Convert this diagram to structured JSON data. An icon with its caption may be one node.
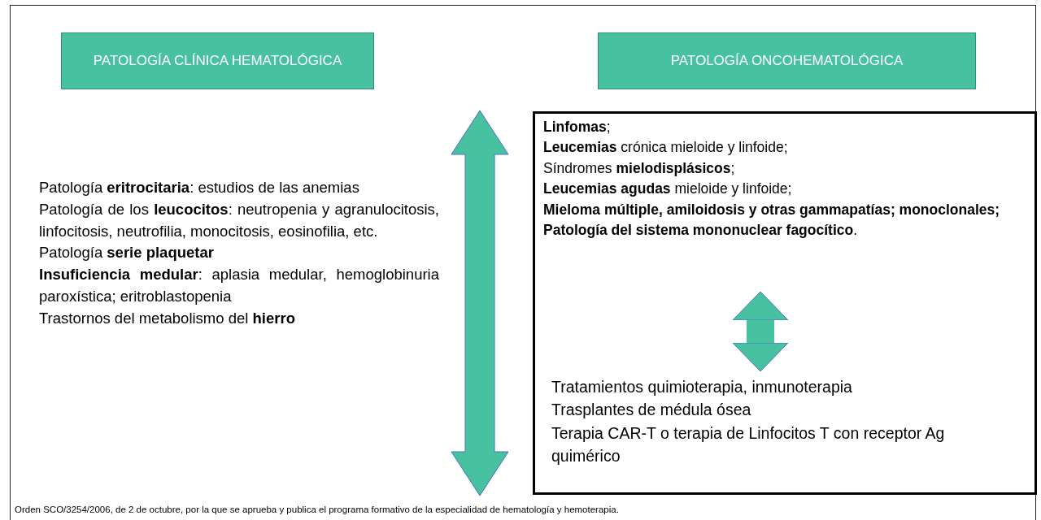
{
  "diagram": {
    "caption": "Orden SCO/3254/2006, de 2 de octubre, por la que se aprueba y publica el programa formativo de la especialidad de hematología y hemoterapia.",
    "nodes": [
      {
        "text": [
          "PATOLOGÍA CLÍNICA HEMATOLÓGICA"
        ]
      },
      {
        "text": [
          "PATOLOGÍA ONCOHEMATOLÓGICA"
        ]
      },
      {
        "text": [
          "Patología **eritrocitaria**: estudios de las anemias",
          "Patología de los **leucocitos**: neutropenia y agranulocitosis, linfocitosis, neutrofilia, monocitosis, eosinofilia, etc.",
          "Patología **serie plaquetar**",
          "**Insuficiencia medular**: aplasia medular, hemoglobinuria paroxística; eritroblastopenia",
          "Trastornos del metabolismo del **hierro**"
        ]
      },
      {
        "text": [],
        "shape": "box"
      },
      {
        "text": [
          "**Linfomas**;",
          "**Leucemias** crónica mieloide y linfoide;",
          "Síndromes **mielodisplásicos**;",
          "**Leucemias agudas** mieloide y linfoide;",
          "**Mieloma múltiple, amiloidosis y otras gammapatías; monoclonales;**",
          "**Patología del sistema mononuclear fagocítico**."
        ],
        "in": 3
      },
      {
        "text": [
          "Tratamientos quimioterapia, inmunoterapia",
          "Trasplantes de médula ósea",
          "Terapia CAR-T o terapia de Linfocitos T con receptor Ag quimérico"
        ],
        "in": 3
      }
    ],
    "edges": [
      {
        "from": 4,
        "to": 5,
        "arrow": "both"
      }
    ]
  }
}
